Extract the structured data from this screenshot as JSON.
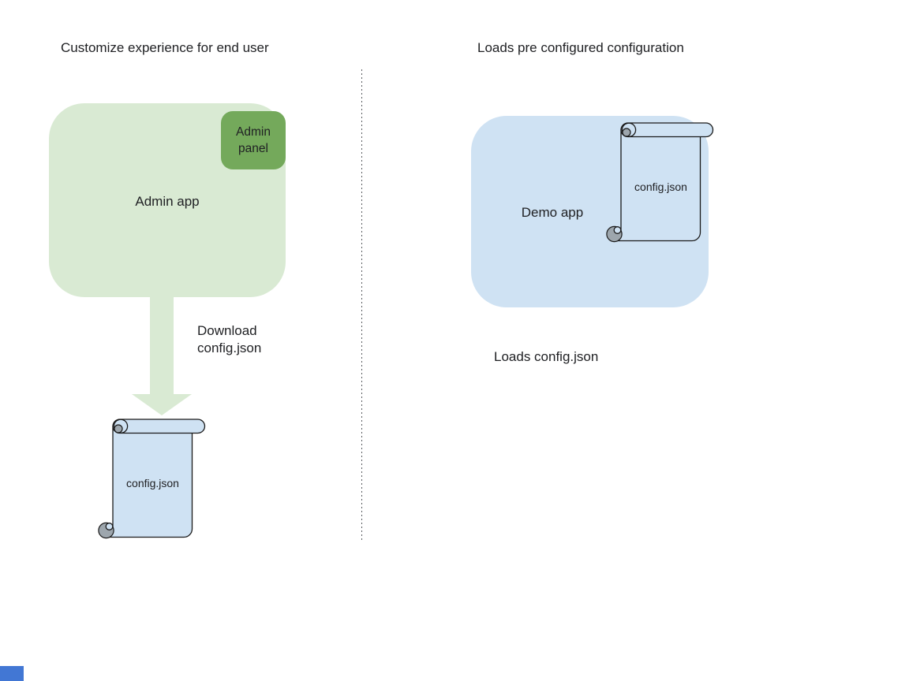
{
  "left_panel": {
    "title": "Customize experience for end user",
    "admin_app_label": "Admin app",
    "admin_panel_label": "Admin\npanel",
    "download_label": "Download\nconfig.json",
    "config_file_label": "config.json"
  },
  "right_panel": {
    "title": "Loads pre configured configuration",
    "demo_app_label": "Demo app",
    "config_file_label": "config.json",
    "loads_label": "Loads config.json"
  },
  "colors": {
    "admin_app_fill": "#d9ead3",
    "admin_panel_fill": "#74a95b",
    "arrow_fill": "#d9ead3",
    "demo_app_fill": "#cfe2f3",
    "scroll_fill": "#cfe2f3",
    "scroll_curl_fill": "#9da6ad",
    "outline": "#1a1a1a",
    "text": "#202124",
    "corner_marker": "#4277d4"
  }
}
